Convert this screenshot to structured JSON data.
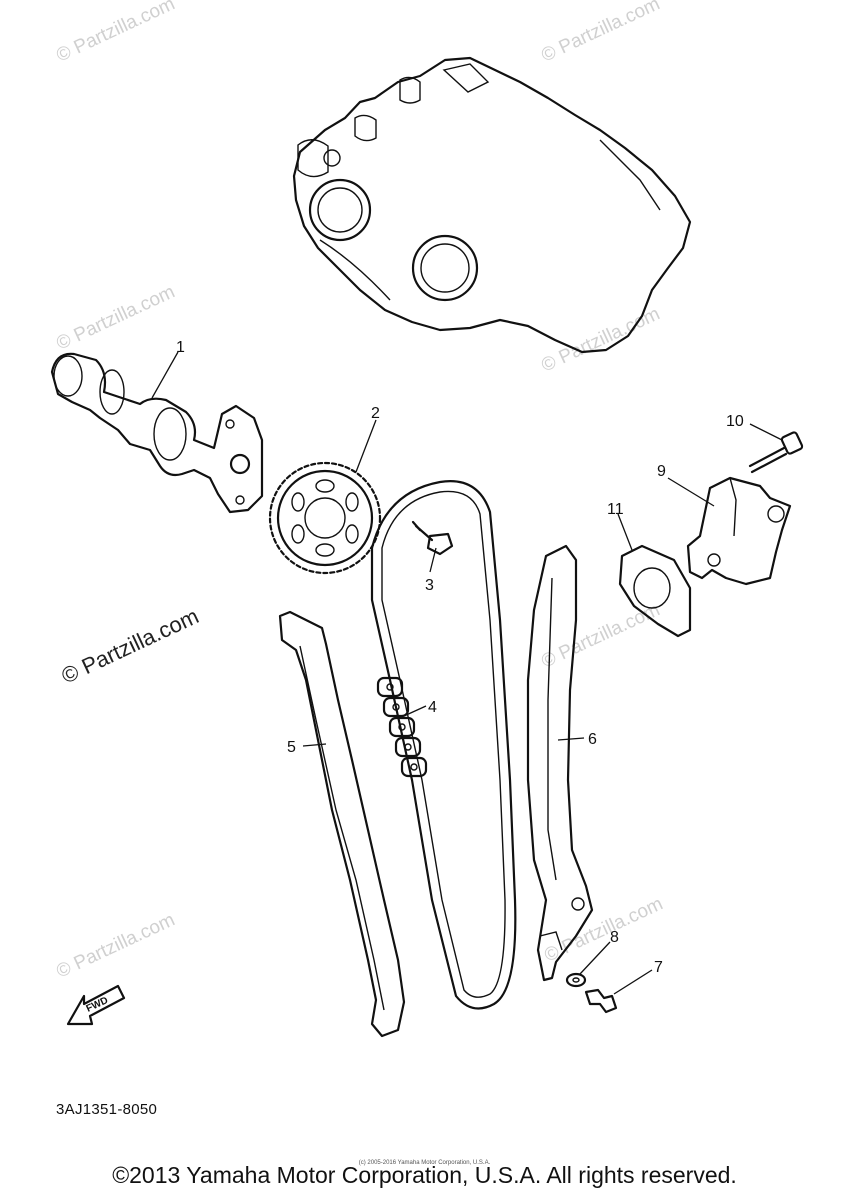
{
  "diagram": {
    "callouts": [
      "1",
      "2",
      "3",
      "4",
      "5",
      "6",
      "7",
      "8",
      "9",
      "10",
      "11"
    ],
    "watermark": "© Partzilla.com",
    "fwd_label": "FWD"
  },
  "footer": {
    "part_code": "3AJ1351-8050",
    "copyright": "©2013 Yamaha Motor Corporation, U.S.A. All rights reserved.",
    "copyright_small": "(c) 2005-2016 Yamaha Motor Corporation, U.S.A."
  }
}
